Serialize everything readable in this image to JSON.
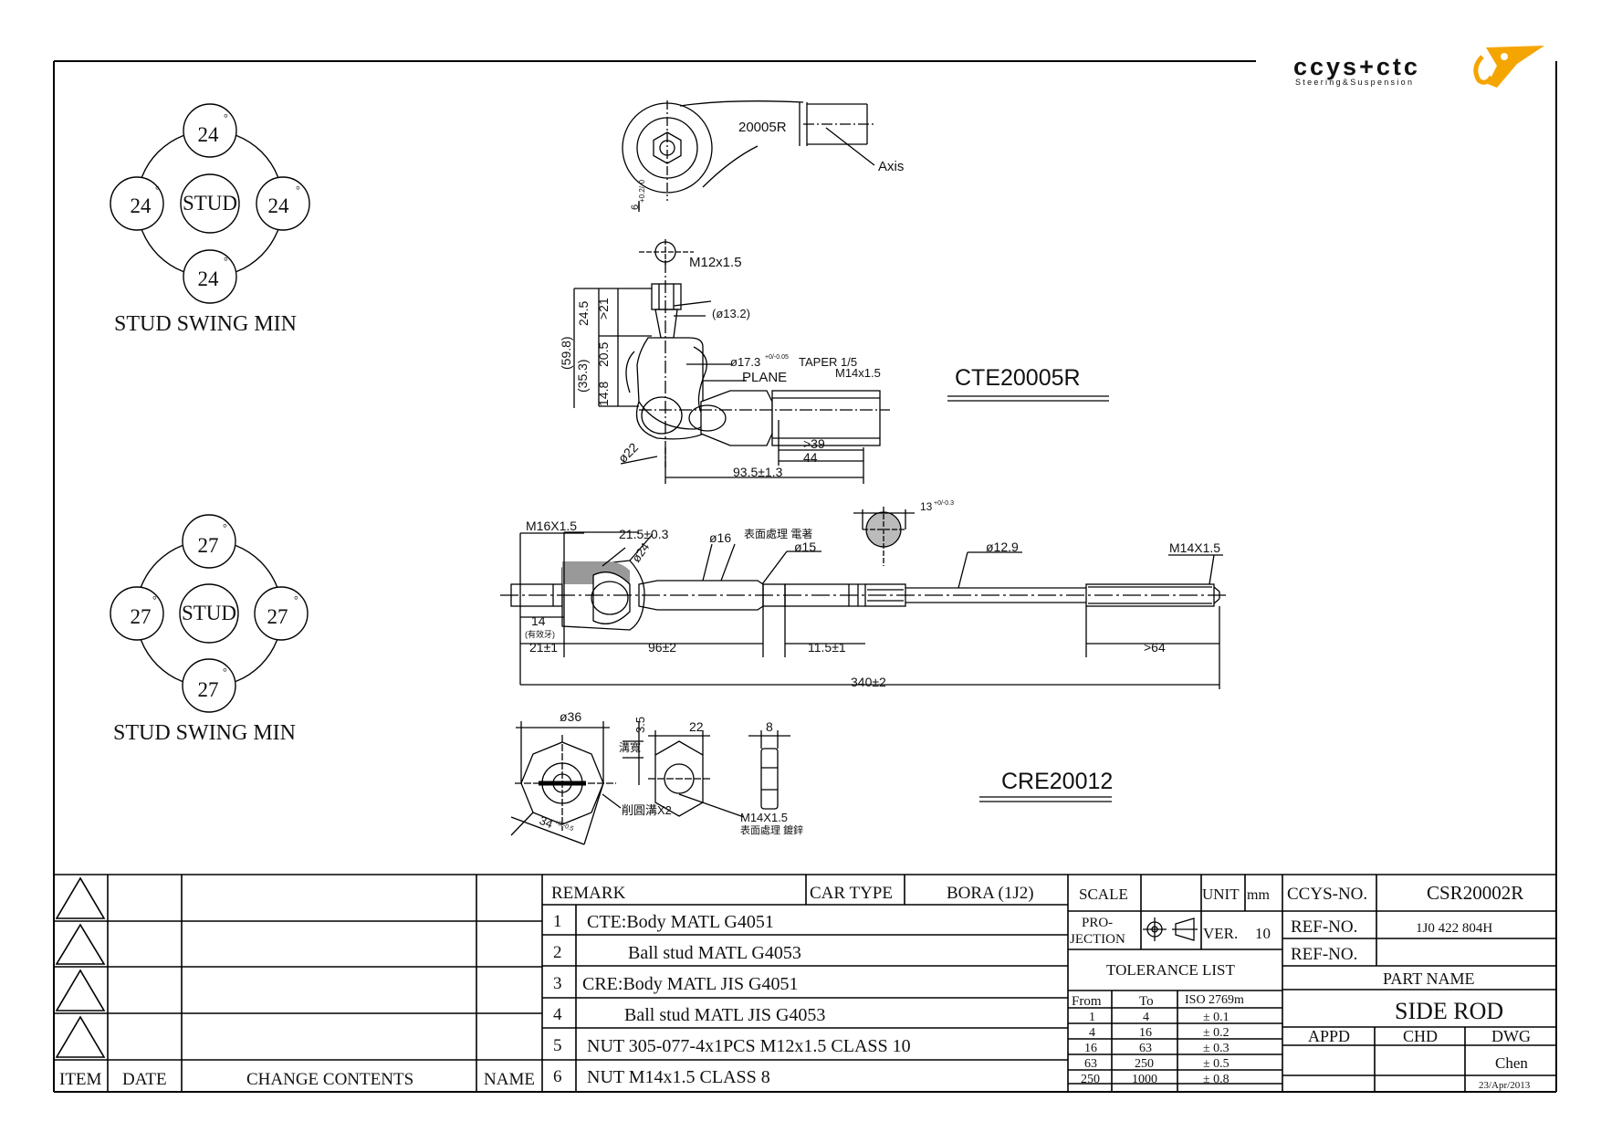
{
  "logo": {
    "brand": "ccys+ctc",
    "tagline": "Steering&Suspension"
  },
  "stud_swing_top": {
    "angle": "24",
    "center": "STUD",
    "degree": "°",
    "title": "STUD SWING MIN"
  },
  "stud_swing_bottom": {
    "angle": "27",
    "center": "STUD",
    "degree": "°",
    "title": "STUD SWING MIN"
  },
  "cte": {
    "label": "CTE20005R",
    "part_mark": "20005R",
    "axis": "Axis",
    "dims": {
      "offset": "6",
      "offset_tol": "+0.2/-0",
      "thread_stud": "M12x1.5",
      "dia_13": "(ø13.2)",
      "taper": "ø17.3",
      "taper_tol": "+0/-0.05",
      "taper_text": "TAPER 1/5",
      "plane": "PLANE",
      "thread_socket": "M14x1.5",
      "d59": "(59.8)",
      "d35": "(35.3)",
      "d24": "24.5",
      "d21": ">21",
      "d20": "20.5",
      "d14": "14.8",
      "d22": "ø22",
      "d39": ">39",
      "d44": "44",
      "d93": "93.5±1.3"
    }
  },
  "cre": {
    "label": "CRE20012",
    "dims": {
      "m16": "M16X1.5",
      "d21_5": "21.5±0.3",
      "d24": "ø24",
      "d16": "ø16",
      "surface1": "表面處理  電著",
      "d15": "ø15",
      "d13": "13",
      "d13_tol": "+0/-0.3",
      "d12_9": "ø12.9",
      "m14": "M14X1.5",
      "d14": "14",
      "eff": "(有效牙)",
      "d21": "21±1",
      "d96": "96±2",
      "d11": "11.5±1",
      "d64": ">64",
      "d340": "340±2"
    },
    "nuts": {
      "d36": "ø36",
      "d3_5": "3.5",
      "d22": "22",
      "d8": "8",
      "slot": "溝寬",
      "slot_x2": "削圓溝X2",
      "d34": "34",
      "d34_tol": "+0/-0.5",
      "nut_thread": "M14X1.5",
      "surface2": "表面處理  鍍鋅"
    }
  },
  "titleblock": {
    "rev_headers": [
      "ITEM",
      "DATE",
      "CHANGE CONTENTS",
      "NAME"
    ],
    "remark_title": "REMARK",
    "car_type_label": "CAR TYPE",
    "car_type_value": "BORA (1J2)",
    "remarks": [
      {
        "no": "1",
        "text": "CTE:Body MATL G4051"
      },
      {
        "no": "2",
        "text": "Ball stud MATL G4053"
      },
      {
        "no": "3",
        "text": "CRE:Body MATL JIS G4051"
      },
      {
        "no": "4",
        "text": "Ball stud MATL JIS G4053"
      },
      {
        "no": "5",
        "text": "NUT 305-077-4x1PCS M12x1.5 CLASS 10"
      },
      {
        "no": "6",
        "text": "NUT M14x1.5 CLASS 8"
      }
    ],
    "scale_label": "SCALE",
    "unit_label": "UNIT",
    "unit_value": "mm",
    "projection_label_1": "PRO-",
    "projection_label_2": "JECTION",
    "ver_label": "VER.",
    "ver_value": "10",
    "tolerance_title": "TOLERANCE LIST",
    "tolerance_headers": [
      "From",
      "To",
      "ISO 2769m"
    ],
    "tolerance_rows": [
      [
        "1",
        "4",
        "± 0.1"
      ],
      [
        "4",
        "16",
        "± 0.2"
      ],
      [
        "16",
        "63",
        "± 0.3"
      ],
      [
        "63",
        "250",
        "± 0.5"
      ],
      [
        "250",
        "1000",
        "± 0.8"
      ]
    ],
    "ccys_no_label": "CCYS-NO.",
    "ccys_no_value": "CSR20002R",
    "ref_no_label": "REF-NO.",
    "ref_no_value": "1J0 422 804H",
    "ref_no2_label": "REF-NO.",
    "part_name_label": "PART NAME",
    "part_name_value": "SIDE ROD",
    "appd_label": "APPD",
    "chd_label": "CHD",
    "dwg_label": "DWG",
    "dwg_name": "Chen",
    "dwg_date": "23/Apr/2013"
  }
}
